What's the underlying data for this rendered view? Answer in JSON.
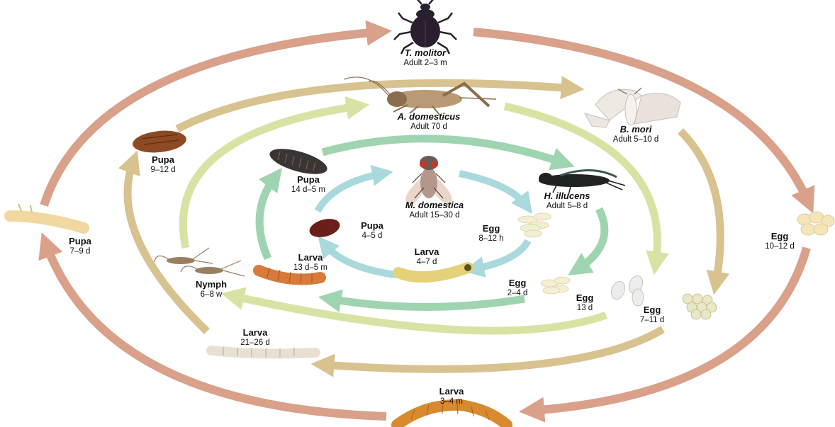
{
  "colors": {
    "tmolitor": "#d9a08a",
    "bmori": "#d8c28f",
    "adomesticus": "#d7e3a2",
    "hillucens": "#9fd4b0",
    "mdomestica": "#a9d9dc"
  },
  "labels": {
    "t_molitor_name": "T. molitor",
    "t_molitor_adult": "Adult 2–3 m",
    "t_molitor_egg": "Egg",
    "t_molitor_egg_dur": "10–12 d",
    "t_molitor_larva": "Larva",
    "t_molitor_larva_dur": "3–4 m",
    "t_molitor_pupa": "Pupa",
    "t_molitor_pupa_dur": "7–9 d",
    "b_mori_name": "B. mori",
    "b_mori_adult": "Adult 5–10 d",
    "b_mori_egg": "Egg",
    "b_mori_egg_dur": "7–11 d",
    "b_mori_larva": "Larva",
    "b_mori_larva_dur": "21–26 d",
    "b_mori_pupa": "Pupa",
    "b_mori_pupa_dur": "9–12 d",
    "a_domesticus_name": "A. domesticus",
    "a_domesticus_adult": "Adult 70 d",
    "a_domesticus_egg": "Egg",
    "a_domesticus_egg_dur": "13 d",
    "a_domesticus_nymph": "Nymph",
    "a_domesticus_nymph_dur": "6–8 w",
    "h_illucens_name": "H. illucens",
    "h_illucens_adult": "Adult 5–8 d",
    "h_illucens_egg": "Egg",
    "h_illucens_egg_dur": "2–4 d",
    "h_illucens_larva": "Larva",
    "h_illucens_larva_dur": "13 d–5 m",
    "h_illucens_pupa": "Pupa",
    "h_illucens_pupa_dur": "14 d–5 m",
    "m_domestica_name": "M. domestica",
    "m_domestica_adult": "Adult 15–30 d",
    "m_domestica_egg": "Egg",
    "m_domestica_egg_dur": "8–12 h",
    "m_domestica_larva": "Larva",
    "m_domestica_larva_dur": "4–7 d",
    "m_domestica_pupa": "Pupa",
    "m_domestica_pupa_dur": "4–5   d"
  }
}
